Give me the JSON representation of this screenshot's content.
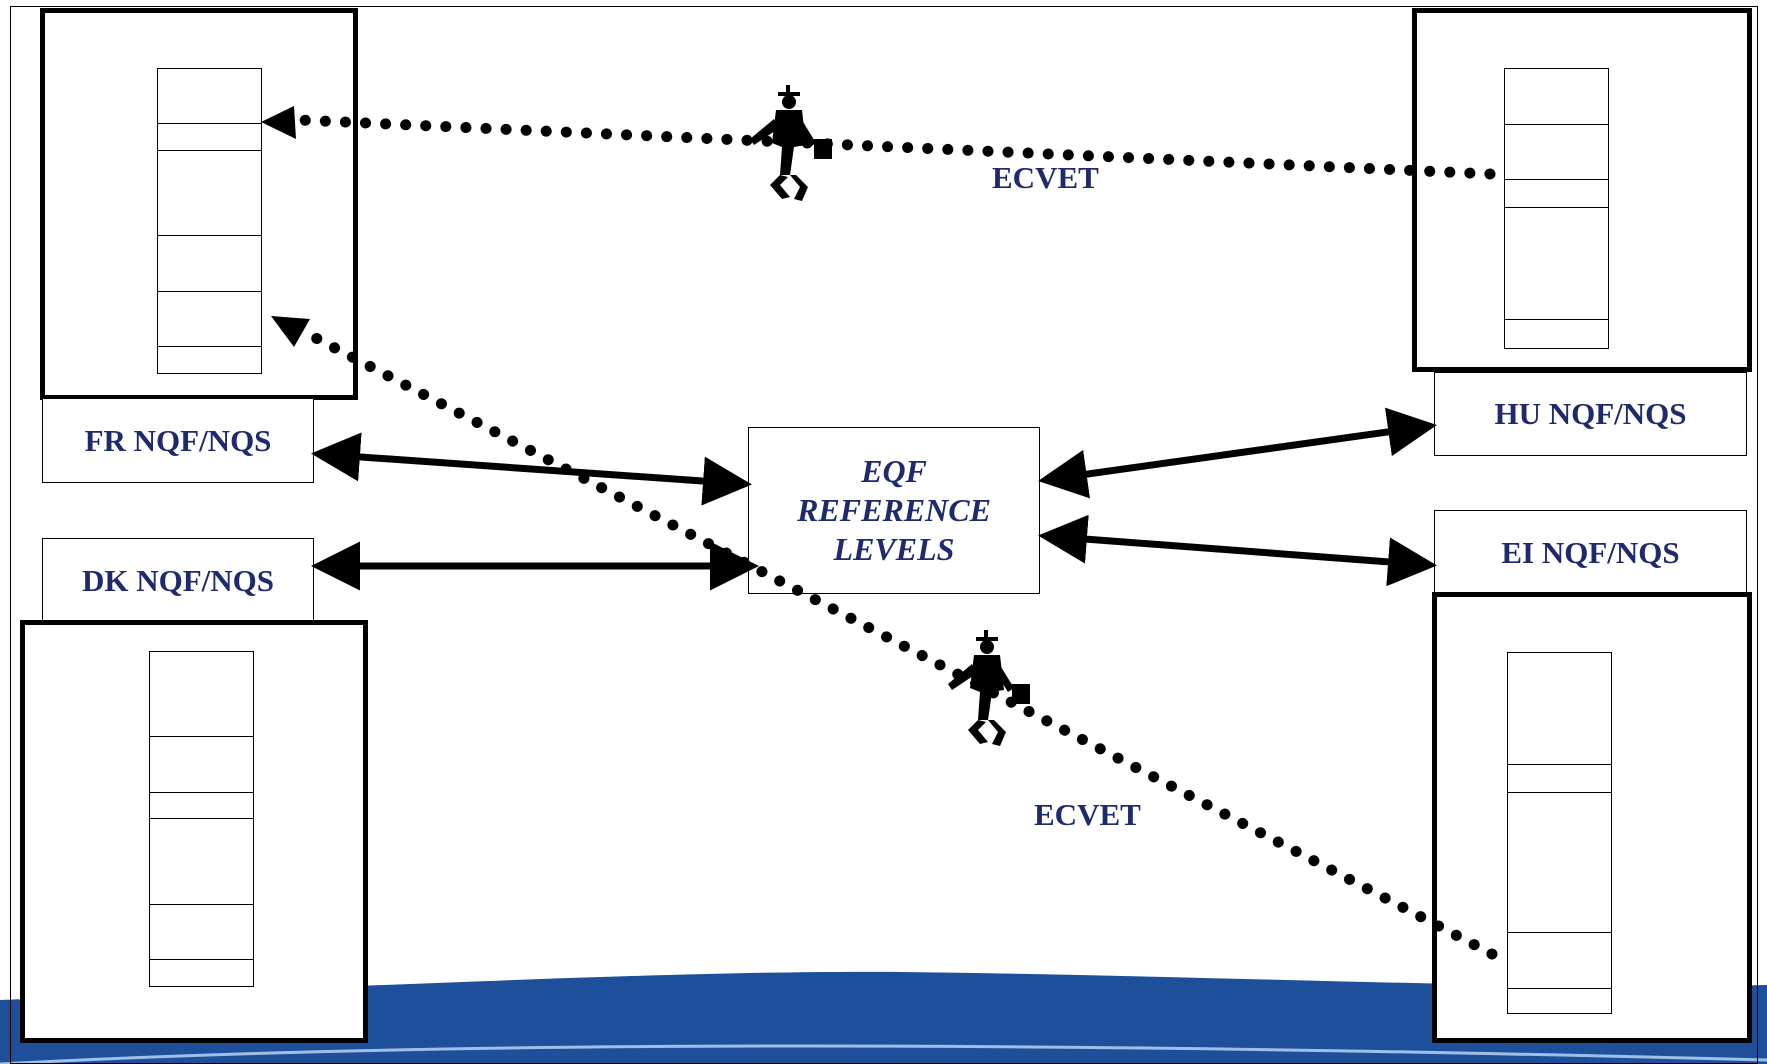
{
  "diagram": {
    "systems": {
      "fr": {
        "label": "FR NQF/NQS"
      },
      "hu": {
        "label": "HU NQF/NQS"
      },
      "dk": {
        "label": "DK NQF/NQS"
      },
      "ei": {
        "label": "EI NQF/NQS"
      }
    },
    "center": {
      "line1": "EQF",
      "line2": "REFERENCE",
      "line3": "LEVELS"
    },
    "transfers": {
      "top_label": "ECVET",
      "bottom_label": "ECVET"
    },
    "icons": {
      "traveller": "walking-person-with-briefcase-icon"
    },
    "colors": {
      "text": "#1f2a6e",
      "band": "#1d4f9a"
    }
  }
}
